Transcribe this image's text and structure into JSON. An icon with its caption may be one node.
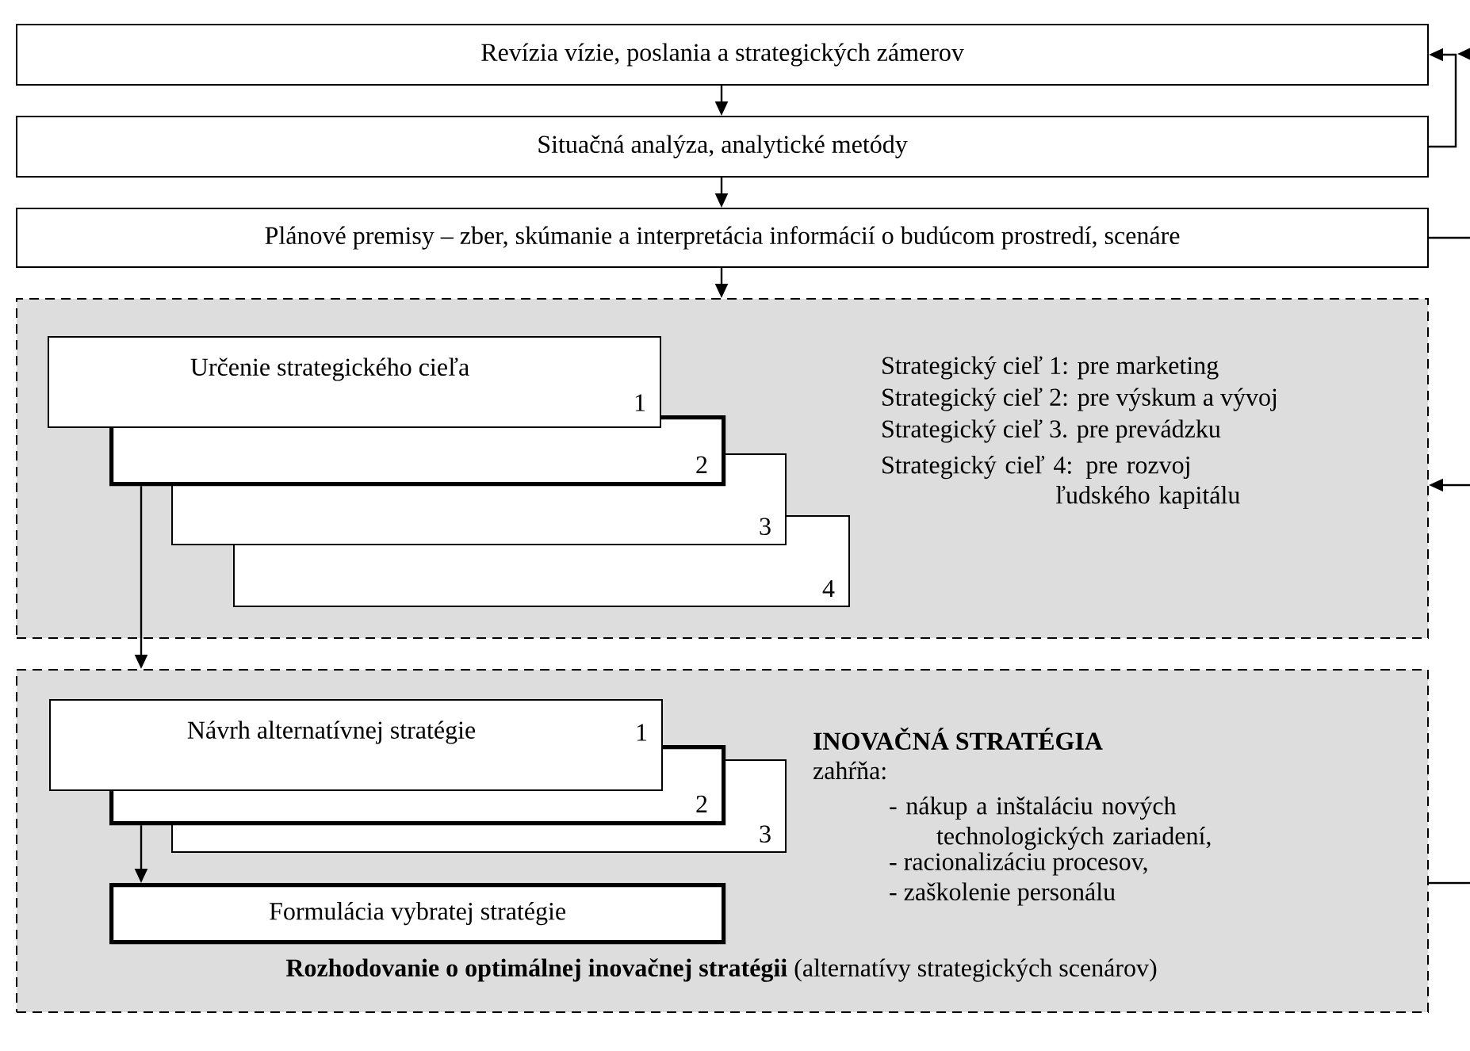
{
  "diagram": {
    "nodes": [
      {
        "text": [
          "Revízia vízie, poslania a strategických zámerov"
        ]
      },
      {
        "text": [
          "Situačná analýza, analytické metódy"
        ]
      },
      {
        "text": [
          "Plánové premisy – zber, skúmanie a interpretácia informácií o budúcom prostredí, scenáre"
        ]
      },
      {
        "text": [
          "Strategický cieľ 1: pre marketing",
          "Strategický cieľ 2: pre výskum a vývoj",
          "Strategický cieľ 3. pre prevádzku",
          "Strategický cieľ 4: pre rozvoj ľudského kapitálu"
        ]
      },
      {
        "text": [
          "Určenie strategického cieľa",
          "1"
        ],
        "in": 3
      },
      {
        "text": [
          "2"
        ],
        "in": 3
      },
      {
        "text": [
          "3"
        ],
        "in": 3
      },
      {
        "text": [
          "4"
        ],
        "in": 3
      },
      {
        "text": [
          "INOVAČNÁ STRATÉGIA",
          "zahŕňa:",
          "- nákup a inštaláciu nových technologických zariadení,",
          "- racionalizáciu procesov,",
          "- zaškolenie personálu",
          "**Rozhodovanie o optimálnej inovačnej stratégii** (alternatívy strategických scenárov)"
        ]
      },
      {
        "text": [
          "Návrh alternatívnej stratégie",
          "1"
        ],
        "in": 8
      },
      {
        "text": [
          "2"
        ],
        "in": 8
      },
      {
        "text": [
          "3"
        ],
        "in": 8
      },
      {
        "text": [
          "Formulácia vybratej stratégie"
        ],
        "in": 8
      }
    ],
    "edges": [
      {
        "from": 0,
        "to": 1,
        "arrow": "to"
      },
      {
        "from": 1,
        "to": 2,
        "arrow": "to"
      },
      {
        "from": 2,
        "to": 3,
        "arrow": "to"
      },
      {
        "from": 5,
        "to": 8,
        "arrow": "to"
      },
      {
        "from": 10,
        "to": 12,
        "arrow": "to"
      },
      {
        "from": 1,
        "to": 0,
        "arrow": "to"
      },
      {
        "from": null,
        "to": 0,
        "arrow": "to"
      },
      {
        "from": 2,
        "to": null,
        "arrow": "none"
      },
      {
        "from": null,
        "to": 3,
        "arrow": "to"
      },
      {
        "from": 8,
        "to": null,
        "arrow": "none"
      }
    ]
  }
}
